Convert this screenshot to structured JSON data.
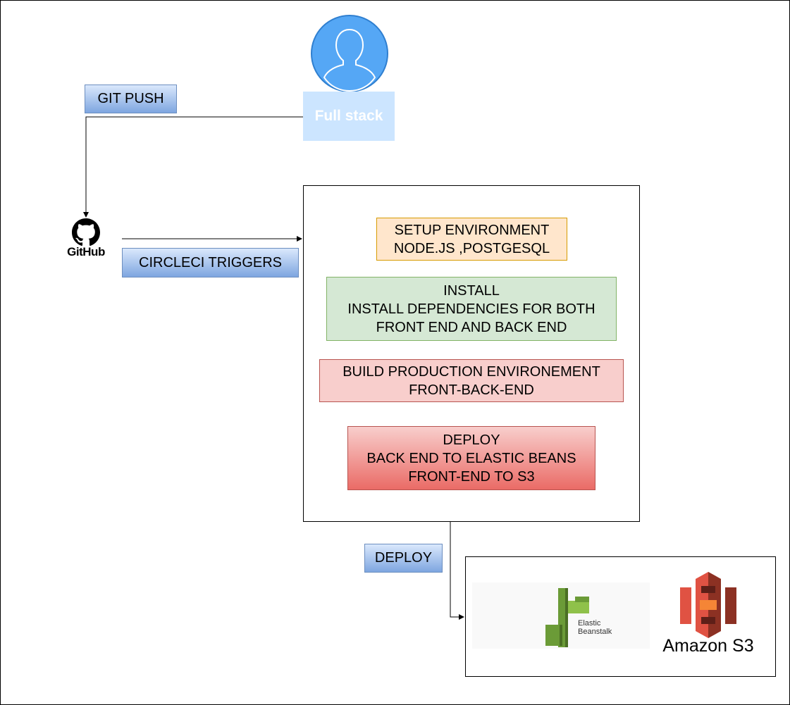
{
  "user": {
    "label": "Full stack"
  },
  "labels": {
    "git_push": "GIT PUSH",
    "circleci": "CIRCLECI TRIGGERS",
    "deploy": "DEPLOY"
  },
  "github": {
    "label": "GitHub"
  },
  "pipeline": {
    "steps": [
      {
        "lines": [
          "SETUP ENVIRONMENT",
          "NODE.JS ,POSTGESQL"
        ]
      },
      {
        "lines": [
          "INSTALL",
          "INSTALL DEPENDENCIES FOR BOTH",
          "FRONT END AND BACK END"
        ]
      },
      {
        "lines": [
          "BUILD PRODUCTION ENVIRONEMENT",
          "FRONT-BACK-END"
        ]
      },
      {
        "lines": [
          "DEPLOY",
          "BACK END TO ELASTIC BEANS",
          "FRONT-END TO S3"
        ]
      }
    ]
  },
  "targets": {
    "beanstalk_line1": "Elastic",
    "beanstalk_line2": "Beanstalk",
    "s3": "Amazon S3"
  },
  "colors": {
    "user_icon": "#55a7f5",
    "user_label_bg": "#cce5ff",
    "step1": "#ffe6cc",
    "step2": "#d5e8d4",
    "step3": "#f8cecc",
    "step4": "#ea6b66",
    "s3": "#e05243",
    "beanstalk": "#6b9b37"
  }
}
